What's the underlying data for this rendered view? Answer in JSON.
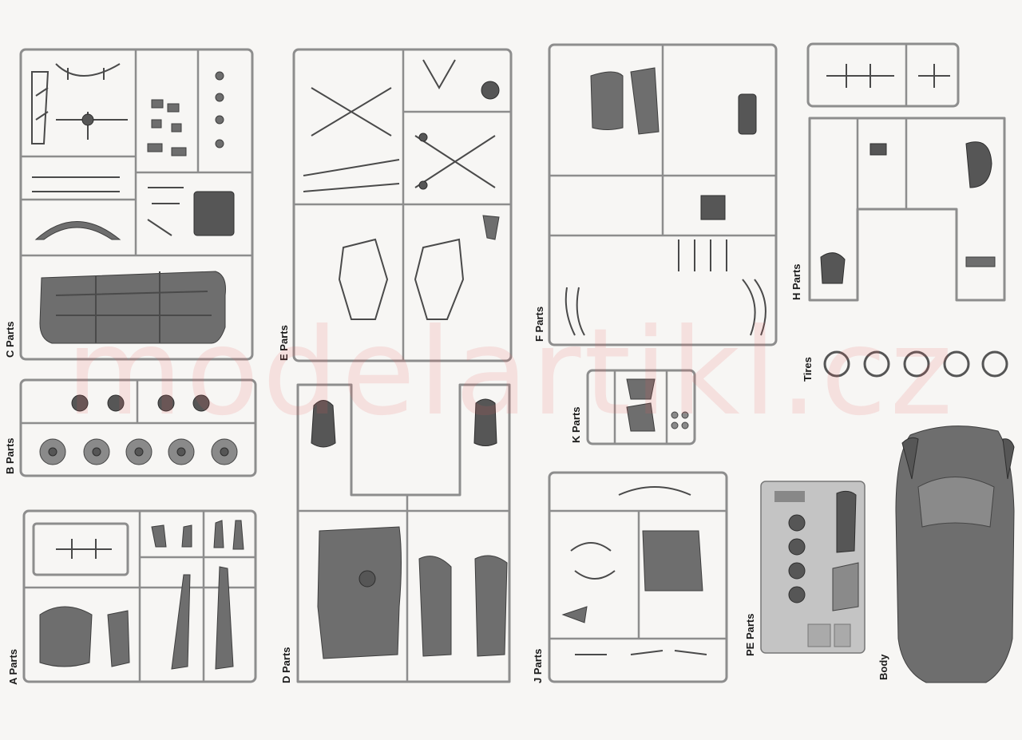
{
  "labels": {
    "c": "C Parts",
    "b": "B Parts",
    "a": "A Parts",
    "e": "E Parts",
    "d": "D Parts",
    "f": "F Parts",
    "k": "K Parts",
    "j": "J Parts",
    "h": "H Parts",
    "tires": "Tires",
    "pe": "PE Parts",
    "body": "Body"
  },
  "watermark": "modelartikl.cz",
  "colors": {
    "sprue": "#8d8d8d",
    "plastic": "#6e6e6e",
    "watermark": "#eb5a5a"
  }
}
